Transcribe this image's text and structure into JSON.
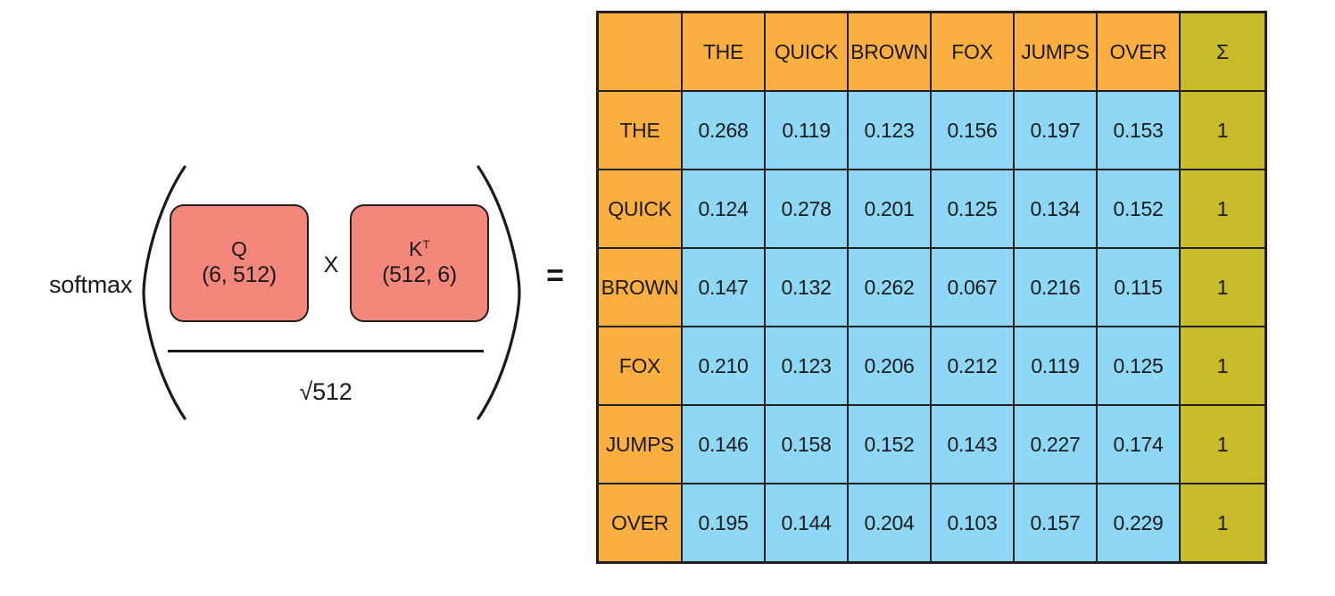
{
  "formula": {
    "softmax_label": "softmax",
    "numerator": {
      "left_matrix": {
        "symbol": "Q",
        "superscript": "",
        "shape": "(6, 512)"
      },
      "operator": "X",
      "right_matrix": {
        "symbol": "K",
        "superscript": "T",
        "shape": "(512, 6)"
      }
    },
    "denominator": "√512",
    "equals": "=",
    "colors": {
      "matrix_fill": "#F4877C",
      "stroke": "#231f20"
    }
  },
  "table": {
    "corner_label": "",
    "sum_header": "Σ",
    "colors": {
      "header": "#FBAF40",
      "value": "#8FD8F5",
      "sum": "#C9BC2A",
      "border": "#231f20"
    }
  },
  "chart_data": {
    "type": "heatmap",
    "title": "",
    "xlabel": "",
    "ylabel": "",
    "columns": [
      "THE",
      "QUICK",
      "BROWN",
      "FOX",
      "JUMPS",
      "OVER"
    ],
    "rows": [
      "THE",
      "QUICK",
      "BROWN",
      "FOX",
      "JUMPS",
      "OVER"
    ],
    "sum_column_label": "Σ",
    "values": [
      [
        0.268,
        0.119,
        0.123,
        0.156,
        0.197,
        0.153
      ],
      [
        0.124,
        0.278,
        0.201,
        0.125,
        0.134,
        0.152
      ],
      [
        0.147,
        0.132,
        0.262,
        0.067,
        0.216,
        0.115
      ],
      [
        0.21,
        0.123,
        0.206,
        0.212,
        0.119,
        0.125
      ],
      [
        0.146,
        0.158,
        0.152,
        0.143,
        0.227,
        0.174
      ],
      [
        0.195,
        0.144,
        0.204,
        0.103,
        0.157,
        0.229
      ]
    ],
    "display_values": [
      [
        "0.268",
        "0.119",
        "0.123",
        "0.156",
        "0.197",
        "0.153"
      ],
      [
        "0.124",
        "0.278",
        "0.201",
        "0.125",
        "0.134",
        "0.152"
      ],
      [
        "0.147",
        "0.132",
        "0.262",
        "0.067",
        "0.216",
        "0.115"
      ],
      [
        "0.210",
        "0.123",
        "0.206",
        "0.212",
        "0.119",
        "0.125"
      ],
      [
        "0.146",
        "0.158",
        "0.152",
        "0.143",
        "0.227",
        "0.174"
      ],
      [
        "0.195",
        "0.144",
        "0.204",
        "0.103",
        "0.157",
        "0.229"
      ]
    ],
    "row_sums": [
      "1",
      "1",
      "1",
      "1",
      "1",
      "1"
    ],
    "grid": true,
    "legend": "none"
  }
}
